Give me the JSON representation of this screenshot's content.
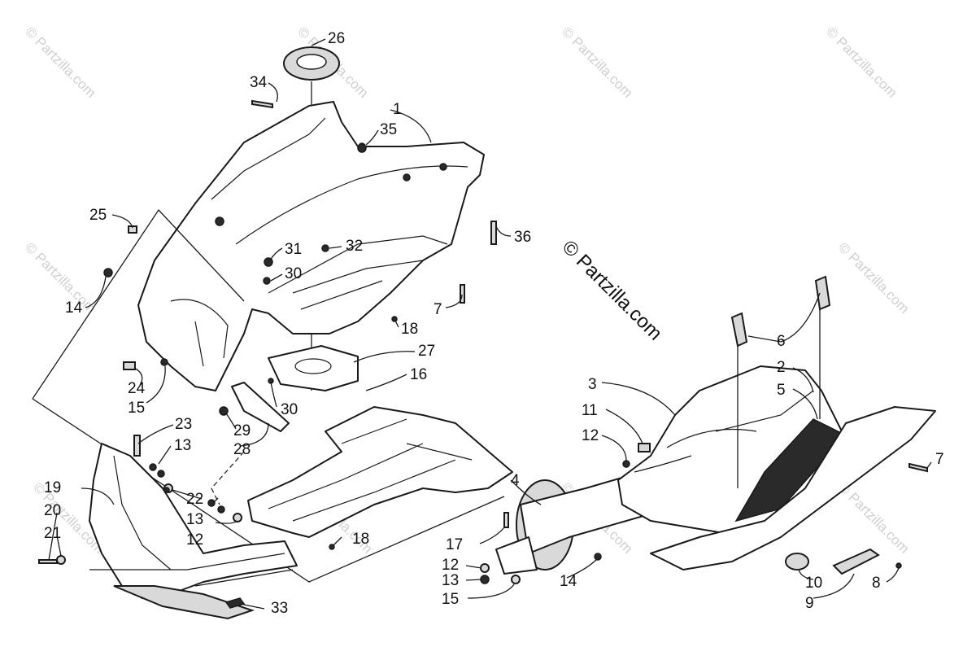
{
  "watermark": {
    "text": "© Partzilla.com",
    "main_text": "© Partzilla.com"
  },
  "callouts": {
    "c1": "1",
    "c2": "2",
    "c3": "3",
    "c4": "4",
    "c5": "5",
    "c6": "6",
    "c7a": "7",
    "c7b": "7",
    "c8": "8",
    "c9": "9",
    "c10": "10",
    "c11": "11",
    "c12a": "12",
    "c12b": "12",
    "c12c": "12",
    "c13a": "13",
    "c13b": "13",
    "c13c": "13",
    "c14a": "14",
    "c14b": "14",
    "c15a": "15",
    "c15b": "15",
    "c16": "16",
    "c17": "17",
    "c18a": "18",
    "c18b": "18",
    "c19": "19",
    "c20": "20",
    "c21": "21",
    "c22": "22",
    "c23": "23",
    "c24": "24",
    "c25": "25",
    "c26": "26",
    "c27": "27",
    "c28": "28",
    "c29": "29",
    "c30a": "30",
    "c30b": "30",
    "c31": "31",
    "c32": "32",
    "c33": "33",
    "c34": "34",
    "c35": "35",
    "c36": "36"
  }
}
